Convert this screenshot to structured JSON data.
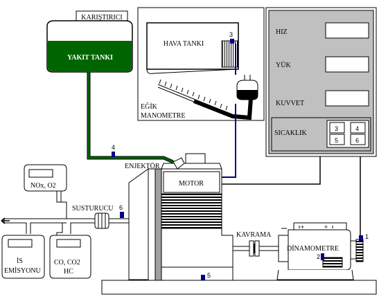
{
  "labels": {
    "mixer": "KARIŞTIRICI",
    "fuel_tank": "YAKIT TANKI",
    "air_tank": "HAVA TANKI",
    "incline_manometer_1": "EĞİK",
    "incline_manometer_2": "MANOMETRE",
    "injector": "ENJEKTÖR",
    "motor": "MOTOR",
    "muffler": "SUSTURUCU",
    "clutch": "KAVRAMA",
    "dynamometer": "DİNAMOMETRE",
    "nox_o2": "NOx, O2",
    "soot_1": "İS",
    "soot_2": "EMİSYONU",
    "co_co2": "CO, CO2",
    "hc": "HC"
  },
  "panel": {
    "speed": "HIZ",
    "load": "YÜK",
    "force": "KUVVET",
    "temperature": "SICAKLIK",
    "temp_sensors": [
      "3",
      "4",
      "5",
      "6"
    ]
  },
  "sensors": {
    "s1": "1",
    "s2": "2",
    "s3": "3",
    "s4": "4",
    "s5": "5",
    "s6": "6"
  },
  "colors": {
    "fuel": "#006400",
    "signal": "#000080",
    "panel_bg": "#c0c0c0"
  }
}
